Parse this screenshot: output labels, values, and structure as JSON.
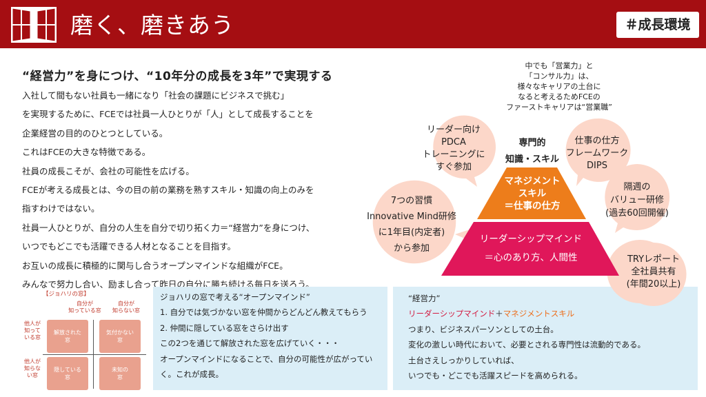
{
  "header": {
    "title": "磨く、磨きあう",
    "tag": "＃成長環境"
  },
  "main": {
    "heading": "“経営力”を身につけ、“10年分の成長を3年”で実現する",
    "lines": [
      "入社して間もない社員も一緒になり「社会の課題にビジネスで挑む」",
      "を実現するために、FCEでは社員一人ひとりが「人」として成長することを",
      "企業経営の目的のひとつとしている。",
      "これはFCEの大きな特徴である。",
      "社員の成長こそが、会社の可能性を広げる。",
      "FCEが考える成長とは、今の目の前の業務を熟すスキル・知識の向上のみを",
      "指すわけではない。",
      "社員一人ひとりが、自分の人生を自分で切り拓く力＝“経営力”を身につけ、",
      "いつでもどこでも活躍できる人材となることを目指す。",
      "お互いの成長に積極的に関与し合うオープンマインドな組織がFCE。",
      "みんなで努力し合い、励まし合って昨日の自分に勝ち続ける毎日を送ろう。"
    ]
  },
  "johari": {
    "title": "【ジョハリの窓】",
    "col1": [
      "自分が",
      "知っている窓"
    ],
    "col2": [
      "自分が",
      "知らない窓"
    ],
    "row1": [
      "他人が",
      "知って",
      "いる窓"
    ],
    "row2": [
      "他人が",
      "知らな",
      "い窓"
    ],
    "cells": [
      [
        "解放された",
        "窓"
      ],
      [
        "気付かない",
        "窓"
      ],
      [
        "隠している",
        "窓"
      ],
      [
        "未知の",
        "窓"
      ]
    ]
  },
  "panel1": {
    "lines": [
      "ジョハリの窓で考える“オープンマインド”",
      "1. 自分では気づかない窓を仲間からどんどん教えてもらう",
      "2. 仲間に隠している窓をさらけ出す",
      "この2つを通じて解放された窓を広げていく・・・",
      "オープンマインドになることで、自分の可能性が広がってい",
      "く。これが成長。"
    ]
  },
  "panel2": {
    "line1": "“経営力”",
    "leadership": "リーダーシップマインド",
    "plus": "＋",
    "management": "マネジメントスキル",
    "lines": [
      "つまり、ビジネスパーソンとしての土台。",
      "変化の激しい時代において、必要とされる専門性は流動的である。",
      "土台さえしっかりしていれば、",
      "いつでも・どこでも活躍スピードを高められる。"
    ]
  },
  "pyramid": {
    "top": [
      "専門的",
      "知識・スキル"
    ],
    "middle": [
      "マネジメント",
      "スキル",
      "＝仕事の仕方"
    ],
    "bottom": [
      "リーダーシップマインド",
      "＝心のあり方、人間性"
    ],
    "colors": {
      "top": "#ffffff",
      "middle": "#ed7d1b",
      "bottom": "#e0175a",
      "bubble": "#fcd7c9"
    }
  },
  "bubbles": {
    "top_note": [
      "中でも「営業力」と",
      "「コンサル力」は、",
      "様々なキャリアの土台に",
      "なると考えるためFCEの",
      "ファーストキャリアは“営業職”"
    ],
    "b1": [
      "リーダー向け",
      "PDCA",
      "トレーニングに",
      "すぐ参加"
    ],
    "b2": [
      "仕事の仕方",
      "フレームワーク",
      "DIPS"
    ],
    "b3": [
      "7つの習慣",
      "Innovative Mind研修",
      "に1年目(内定者)",
      "から参加"
    ],
    "b4": [
      "隔週の",
      "バリュー研修",
      "(過去60回開催)"
    ],
    "b5": [
      "TRYレポート",
      "全社員共有",
      "(年間20以上)"
    ]
  }
}
